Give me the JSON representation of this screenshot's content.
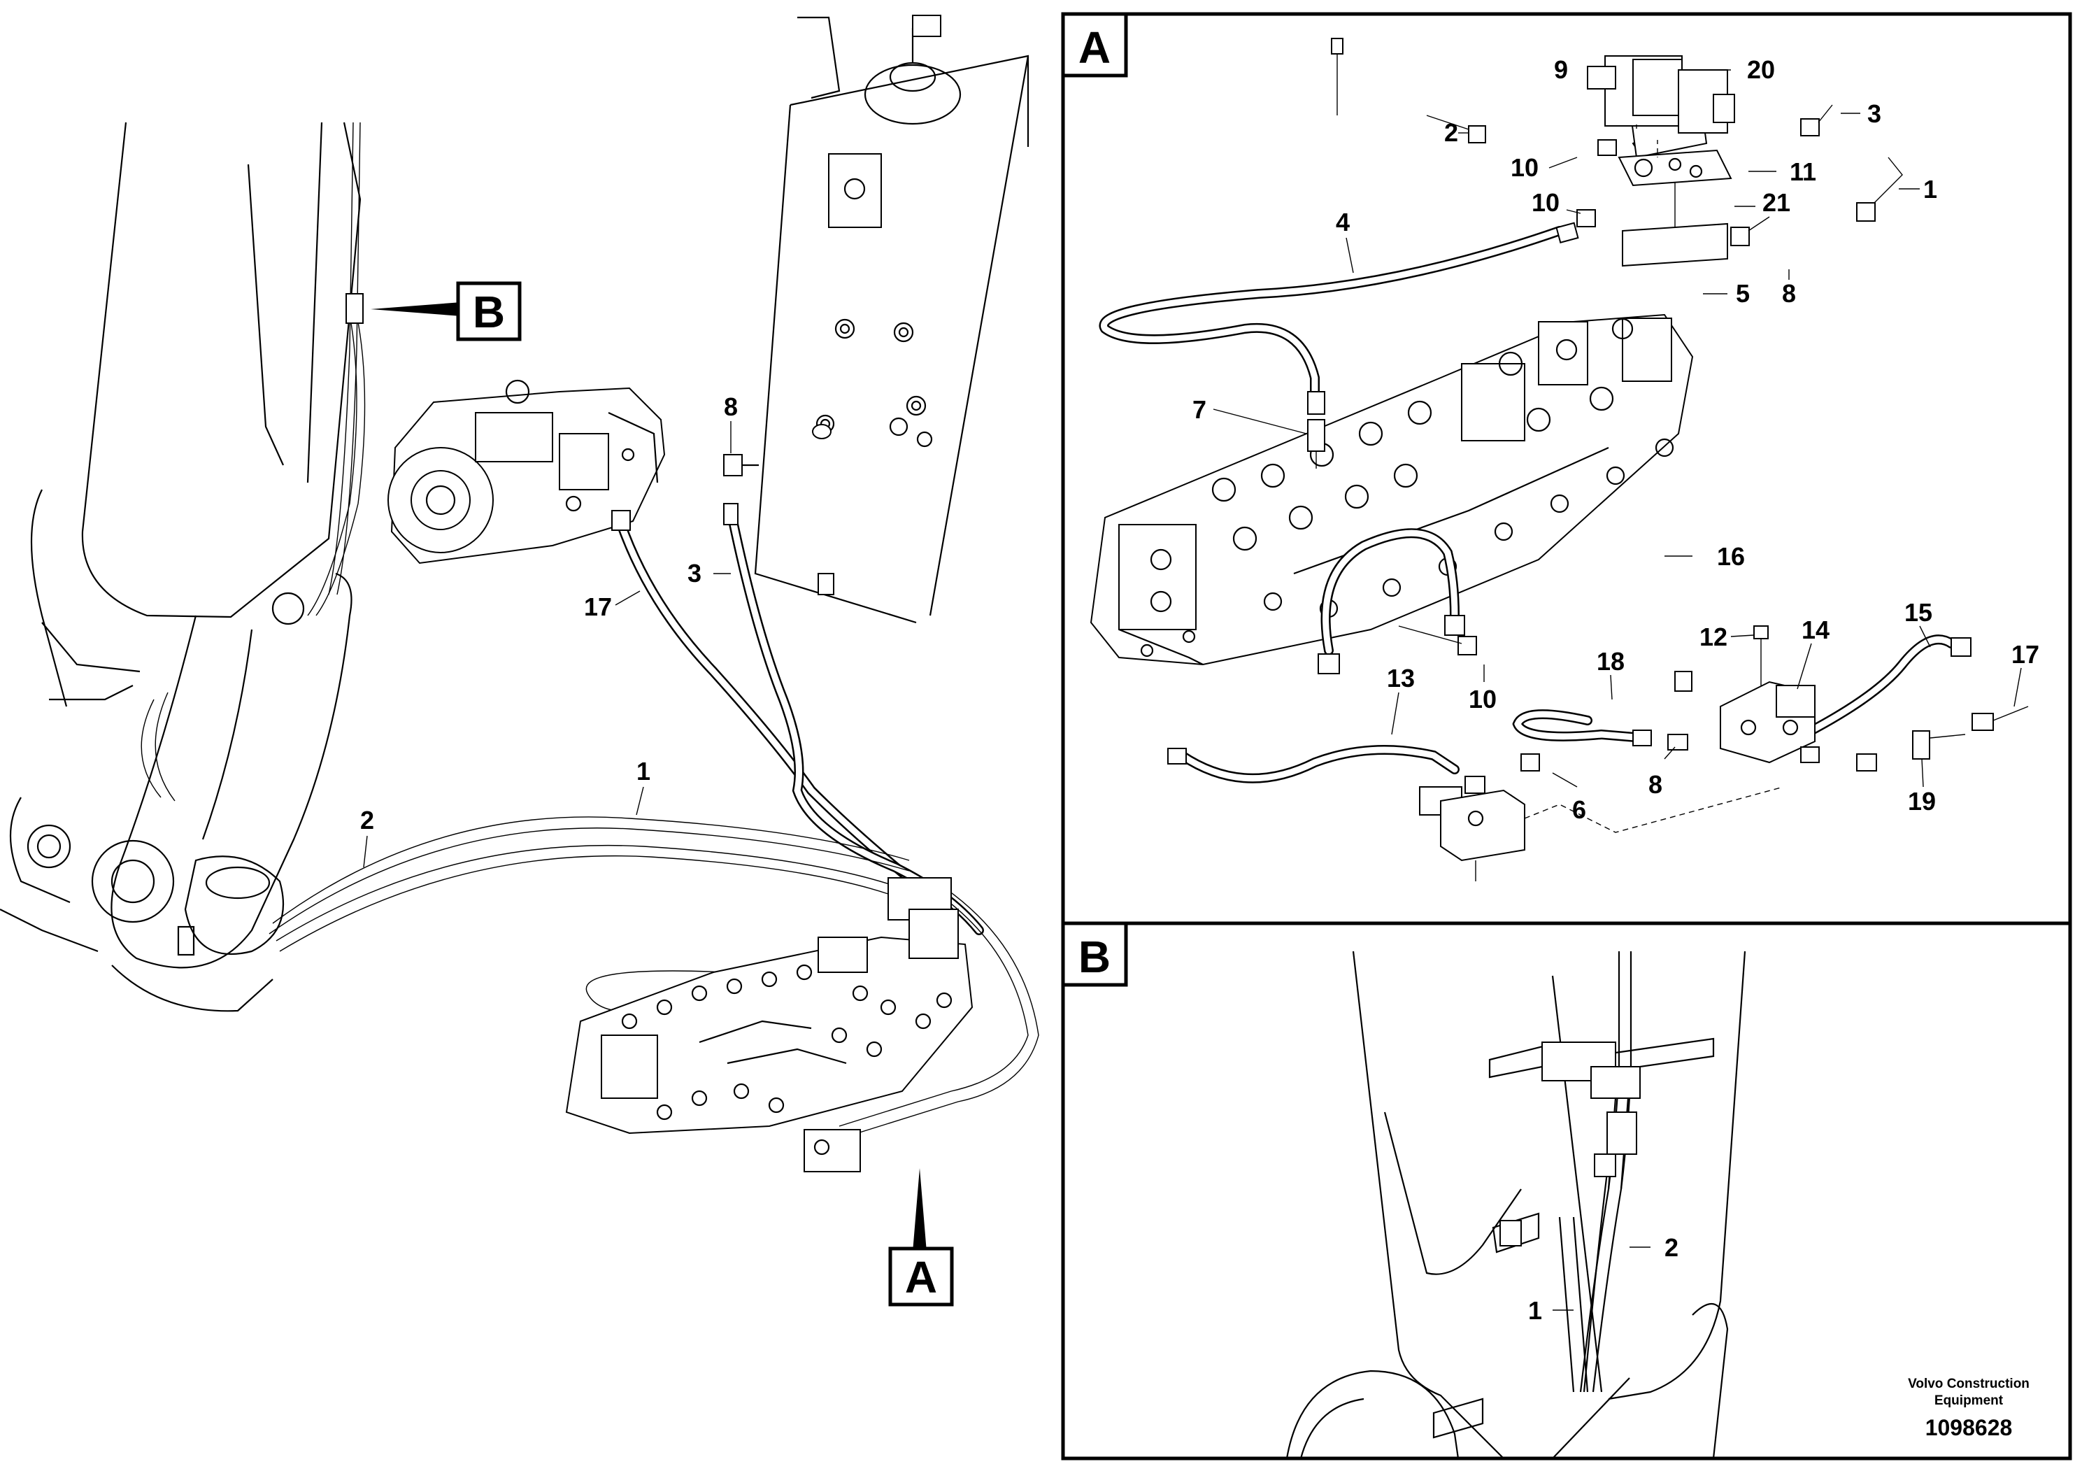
{
  "overview": {
    "callouts": [
      "1",
      "2",
      "3",
      "8",
      "17"
    ],
    "view_markers": [
      "A",
      "B"
    ]
  },
  "panel_a": {
    "label": "A",
    "callouts": [
      "9",
      "20",
      "2",
      "3",
      "10",
      "11",
      "1",
      "10",
      "21",
      "4",
      "5",
      "8",
      "7",
      "16",
      "12",
      "14",
      "15",
      "17",
      "10",
      "18",
      "13",
      "8",
      "19",
      "6"
    ]
  },
  "panel_b": {
    "label": "B",
    "callouts": [
      "2",
      "1"
    ]
  },
  "footer": {
    "company_line1": "Volvo Construction",
    "company_line2": "Equipment",
    "part_number": "1098628"
  }
}
